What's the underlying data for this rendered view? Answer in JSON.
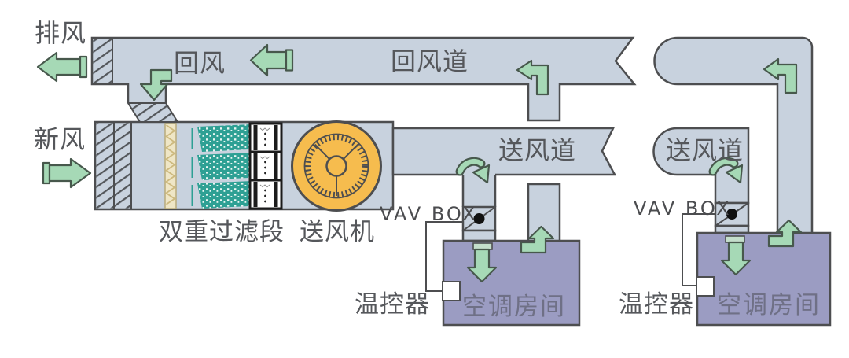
{
  "labels": {
    "exhaust_air": "排风",
    "fresh_air": "新风",
    "return_air": "回风",
    "return_duct": "回风道",
    "supply_duct_main": "送风道",
    "supply_duct_branch": "送风道",
    "dual_filter_section": "双重过滤段",
    "supply_fan": "送风机",
    "vav_box_1": "VAV BOX",
    "vav_box_2": "VAV BOX",
    "thermostat_1": "温控器",
    "thermostat_2": "温控器",
    "room_1": "空调房间",
    "room_2": "空调房间"
  },
  "colors": {
    "duct_fill": "#C8D2DE",
    "outline": "#4D4E50",
    "arrow_green": "#A6D9B6",
    "fan_orange": "#F6BC4E",
    "filter_teal": "#2EA094",
    "filter_yellow_bg": "#EFE6C6",
    "filter_yellow_zigzag": "#CDB97E",
    "bag_filter_frame": "#1B1B1B",
    "room_fill": "#9B9CC2",
    "room_text": "#6F7086",
    "label_text": "#55575B"
  }
}
